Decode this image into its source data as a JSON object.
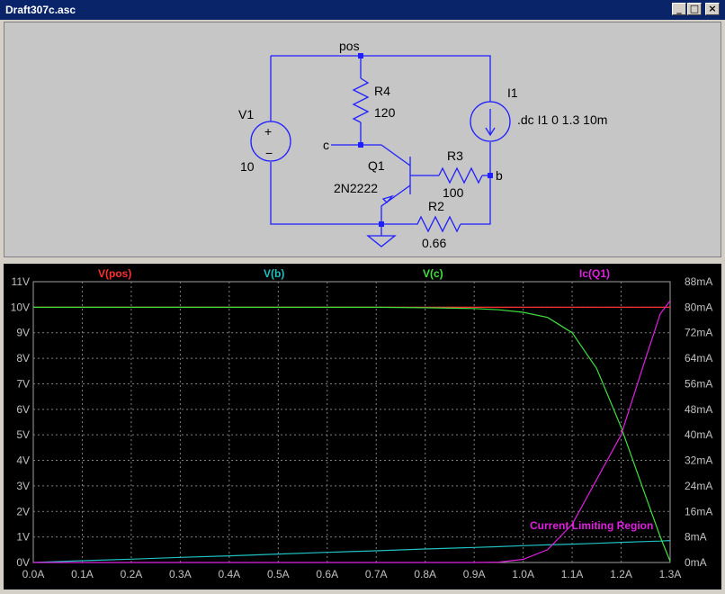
{
  "window": {
    "title": "Draft307c.asc",
    "buttons": {
      "minimize": "_",
      "maximize": "□",
      "close": "×"
    }
  },
  "schematic": {
    "labels": {
      "pos": "pos",
      "r4_name": "R4",
      "r4_value": "120",
      "v1_name": "V1",
      "v1_value": "10",
      "i1_name": "I1",
      "i1_directive": ".dc I1 0 1.3 10m",
      "c_node": "c",
      "q1_name": "Q1",
      "q1_model": "2N2222",
      "r3_name": "R3",
      "r3_value": "100",
      "b_node": "b",
      "r2_name": "R2",
      "r2_value": "0.66",
      "v1_plus": "+",
      "v1_minus": "−"
    }
  },
  "plot": {
    "traces": {
      "vpos": {
        "label": "V(pos)",
        "color": "#ff3030"
      },
      "vb": {
        "label": "V(b)",
        "color": "#20c0c0"
      },
      "vc": {
        "label": "V(c)",
        "color": "#40e040"
      },
      "icq1": {
        "label": "Ic(Q1)",
        "color": "#e020e0"
      }
    },
    "annotation": "Current Limiting Region",
    "left_ticks": [
      "0V",
      "1V",
      "2V",
      "3V",
      "4V",
      "5V",
      "6V",
      "7V",
      "8V",
      "9V",
      "10V",
      "11V"
    ],
    "right_ticks": [
      "0mA",
      "8mA",
      "16mA",
      "24mA",
      "32mA",
      "40mA",
      "48mA",
      "56mA",
      "64mA",
      "72mA",
      "80mA",
      "88mA"
    ],
    "x_ticks": [
      "0.0A",
      "0.1A",
      "0.2A",
      "0.3A",
      "0.4A",
      "0.5A",
      "0.6A",
      "0.7A",
      "0.8A",
      "0.9A",
      "1.0A",
      "1.1A",
      "1.2A",
      "1.3A"
    ]
  },
  "chart_data": {
    "type": "line",
    "x_label": "",
    "xlim": [
      0,
      1.3
    ],
    "ylim_left": [
      0,
      11
    ],
    "ylim_right_mA": [
      0,
      88
    ],
    "grid": true,
    "x": [
      0,
      0.1,
      0.2,
      0.3,
      0.4,
      0.5,
      0.6,
      0.7,
      0.8,
      0.9,
      0.95,
      1.0,
      1.05,
      1.1,
      1.15,
      1.2,
      1.25,
      1.28,
      1.3
    ],
    "series": [
      {
        "name": "V(pos)",
        "axis": "left",
        "values": [
          10,
          10,
          10,
          10,
          10,
          10,
          10,
          10,
          10,
          10,
          10,
          10,
          10,
          10,
          10,
          10,
          10,
          10,
          10
        ]
      },
      {
        "name": "V(b)",
        "axis": "left",
        "values": [
          0,
          0.07,
          0.13,
          0.2,
          0.26,
          0.33,
          0.4,
          0.46,
          0.53,
          0.59,
          0.62,
          0.66,
          0.69,
          0.72,
          0.75,
          0.79,
          0.82,
          0.84,
          0.86
        ]
      },
      {
        "name": "V(c)",
        "axis": "left",
        "values": [
          10,
          10,
          10,
          10,
          10,
          10,
          10,
          10,
          9.98,
          9.95,
          9.9,
          9.8,
          9.6,
          9.0,
          7.6,
          5.3,
          2.6,
          1.0,
          0.05
        ]
      },
      {
        "name": "Ic(Q1)",
        "axis": "right",
        "values": [
          0,
          0,
          0,
          0,
          0,
          0,
          0,
          0,
          0,
          0,
          0.1,
          1.0,
          4.0,
          12.0,
          26.0,
          40.0,
          64.0,
          78.0,
          82.0
        ]
      }
    ]
  }
}
